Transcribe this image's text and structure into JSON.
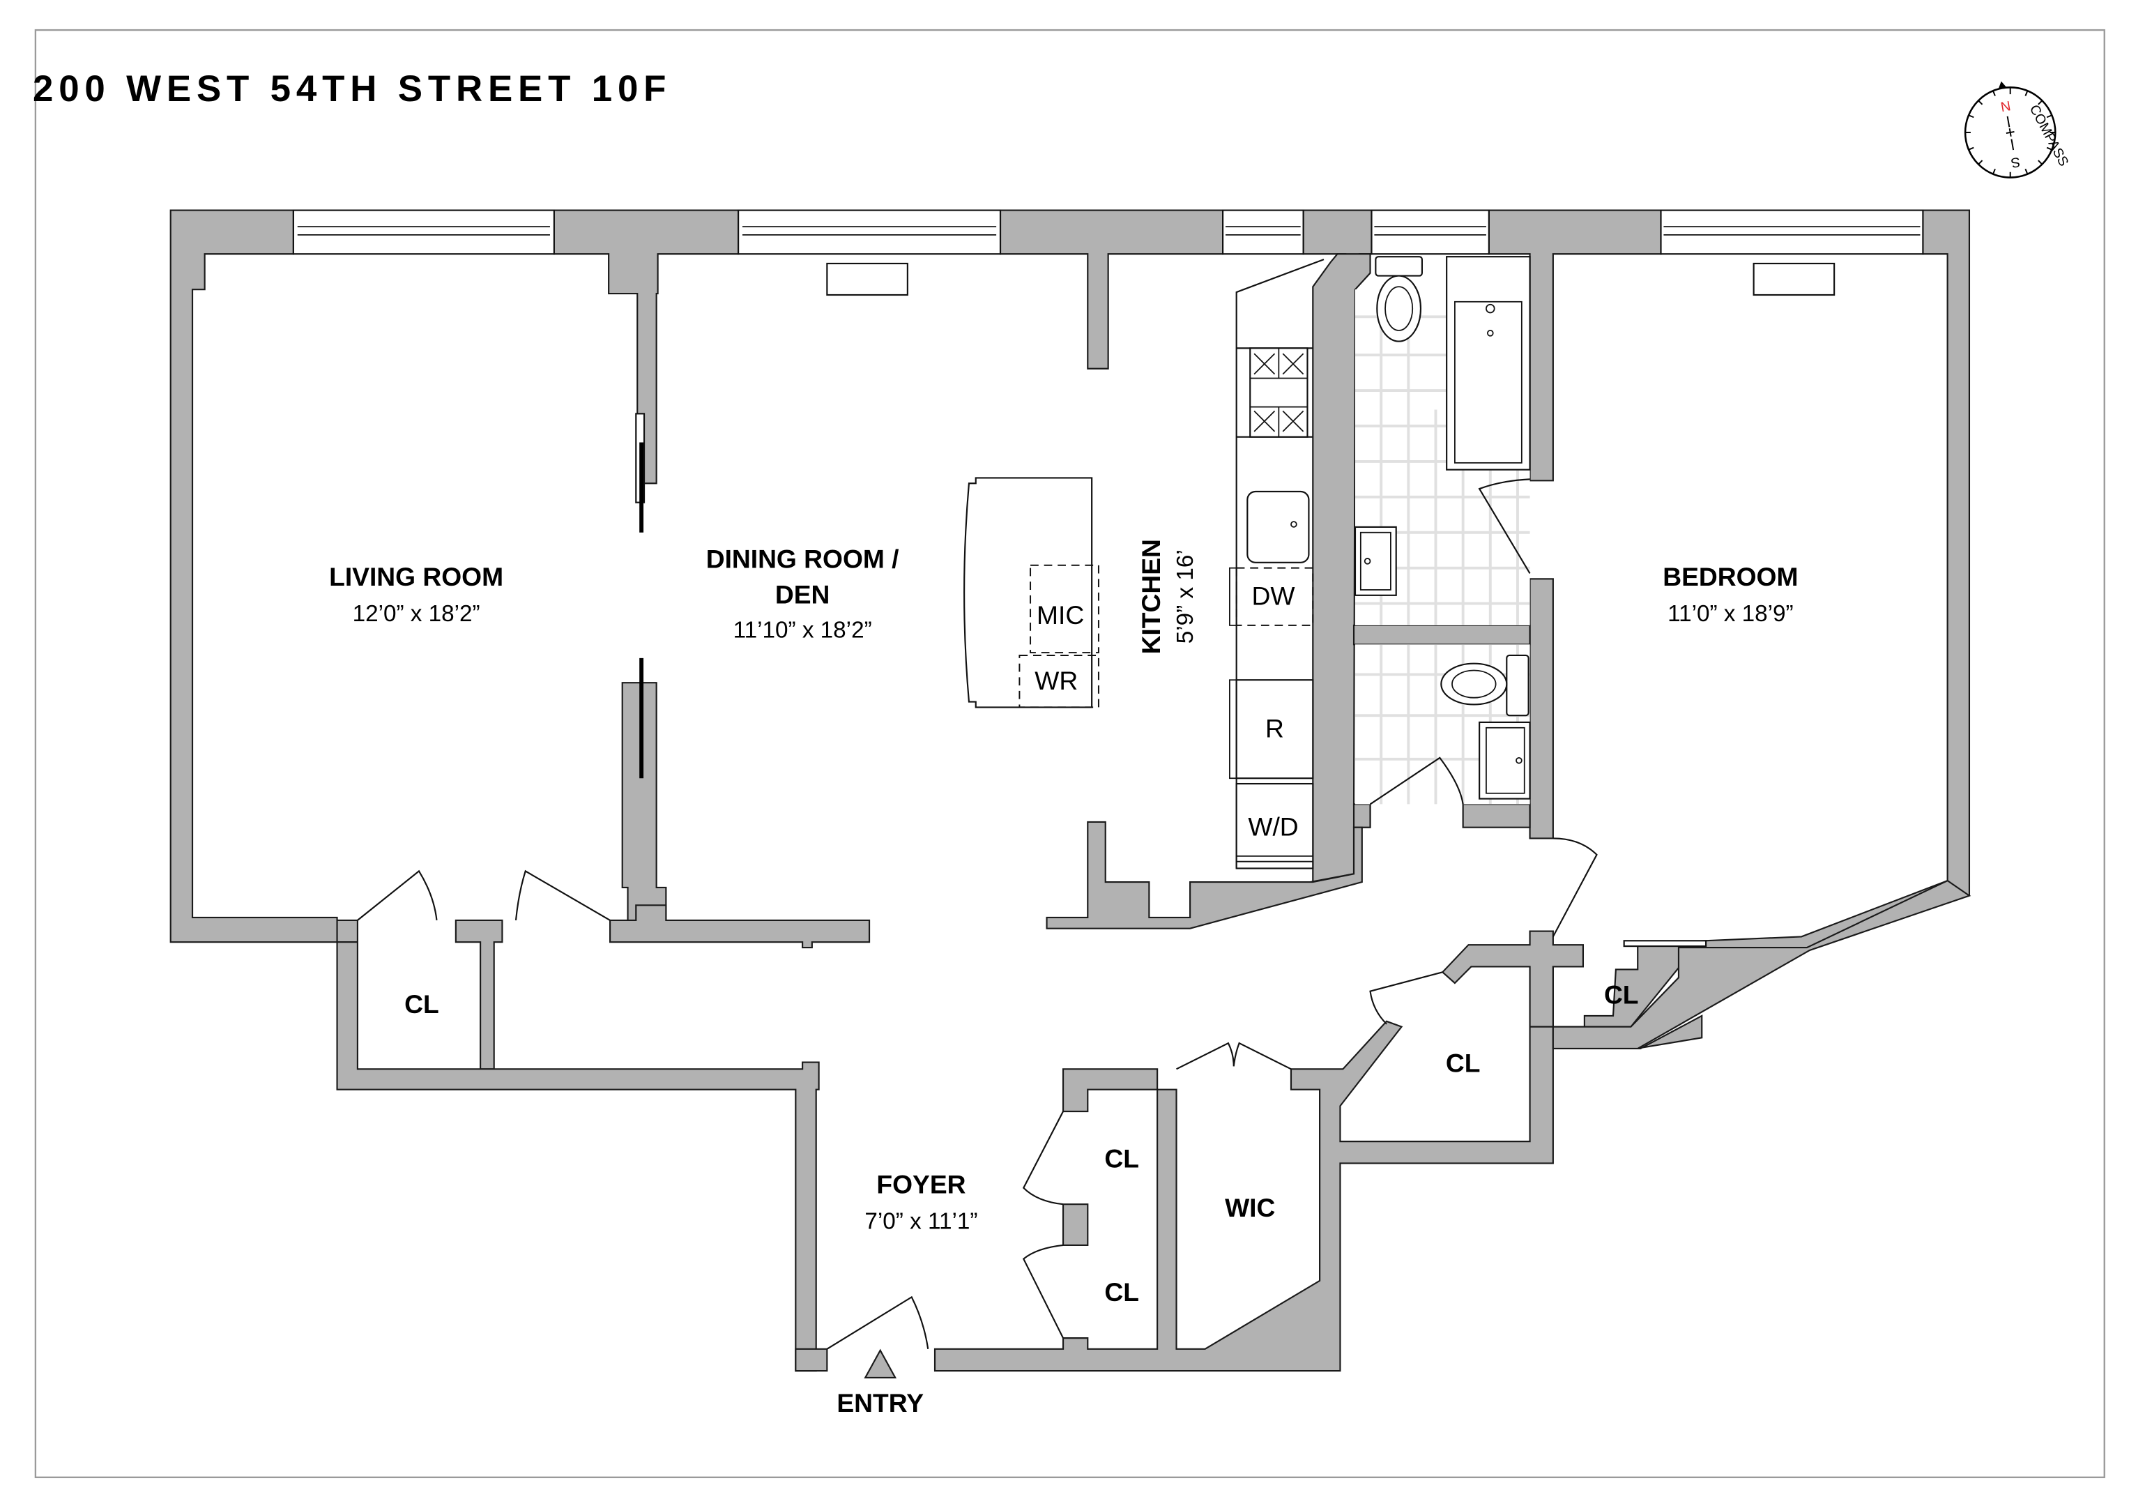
{
  "title": "200 WEST 54TH STREET 10F",
  "compass": {
    "north": "N",
    "south": "S",
    "label": "COMPASS",
    "north_color": "#e0262c"
  },
  "colors": {
    "wall": "#b2b2b2",
    "outline": "#1a1a1a",
    "tile": "#e0e0e0",
    "frame": "#9a9a9a"
  },
  "rooms": {
    "living_room": {
      "name": "LIVING ROOM",
      "dims": "12’0” x 18’2”"
    },
    "dining_room": {
      "name_line1": "DINING ROOM /",
      "name_line2": "DEN",
      "dims": "11’10” x 18’2”"
    },
    "kitchen": {
      "name": "KITCHEN",
      "dims": "5’9” x 16’"
    },
    "bedroom": {
      "name": "BEDROOM",
      "dims": "11’0” x 18’9”"
    },
    "foyer": {
      "name": "FOYER",
      "dims": "7’0” x 11’1”"
    },
    "closet_living": {
      "name": "CL"
    },
    "closet_bedroom_left": {
      "name": "CL"
    },
    "closet_bedroom_right": {
      "name": "CL"
    },
    "closet_foyer_top": {
      "name": "CL"
    },
    "closet_foyer_bottom": {
      "name": "CL"
    },
    "walk_in_closet": {
      "name": "WIC"
    }
  },
  "appliances": {
    "microwave": "MIC",
    "wine_refrigerator": "WR",
    "dishwasher": "DW",
    "refrigerator": "R",
    "washer_dryer": "W/D"
  },
  "entry": {
    "label": "ENTRY"
  }
}
